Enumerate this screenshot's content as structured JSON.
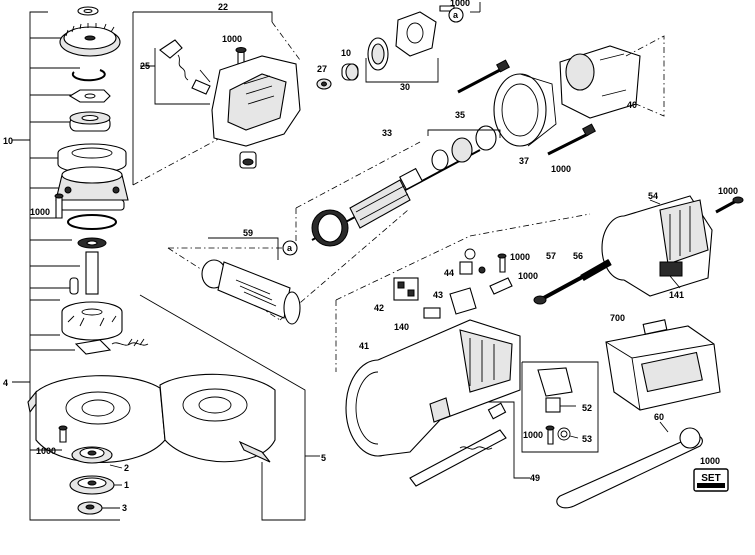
{
  "callouts": {
    "c22": "22",
    "c1000_top": "1000",
    "c25": "25",
    "c27": "27",
    "c10b": "10",
    "c30": "30",
    "ca_top": "a",
    "c1000_tr": "1000",
    "c40": "40",
    "c33": "33",
    "c35": "35",
    "c37": "37",
    "c1000_shaft": "1000",
    "c10_left": "10",
    "c1000_left": "1000",
    "c59": "59",
    "ca_mid": "a",
    "c54": "54",
    "c1000_right": "1000",
    "c141": "141",
    "c44": "44",
    "c1000_mid": "1000",
    "c57": "57",
    "c56": "56",
    "c1000_mid2": "1000",
    "c42": "42",
    "c43": "43",
    "c140": "140",
    "c41": "41",
    "c700": "700",
    "c4": "4",
    "c5": "5",
    "c52": "52",
    "c53": "53",
    "c1000_brush": "1000",
    "c1000_bl": "1000",
    "c2": "2",
    "c1": "1",
    "c3": "3",
    "c49": "49",
    "c60": "60",
    "c1000_set": "1000"
  },
  "set_badge": {
    "label": "SET"
  },
  "colors": {
    "ink": "#000000",
    "paper": "#ffffff",
    "shade": "#e6e6e6",
    "dark": "#2a2a2a"
  }
}
